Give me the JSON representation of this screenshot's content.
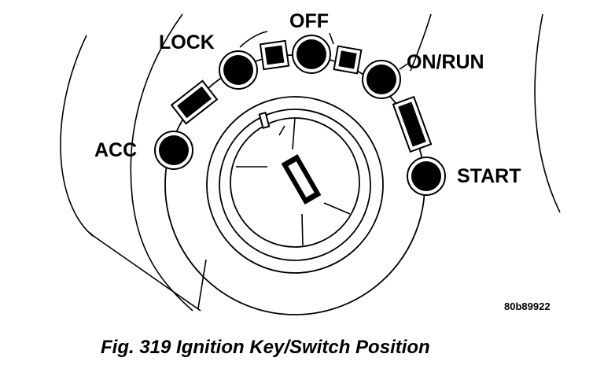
{
  "diagram": {
    "positions": {
      "acc": "ACC",
      "lock": "LOCK",
      "off": "OFF",
      "on_run": "ON/RUN",
      "start": "START"
    },
    "image_code": "80b89922",
    "caption": "Fig. 319 Ignition Key/Switch Position"
  },
  "colors": {
    "ink": "#000000",
    "paper": "#ffffff"
  }
}
